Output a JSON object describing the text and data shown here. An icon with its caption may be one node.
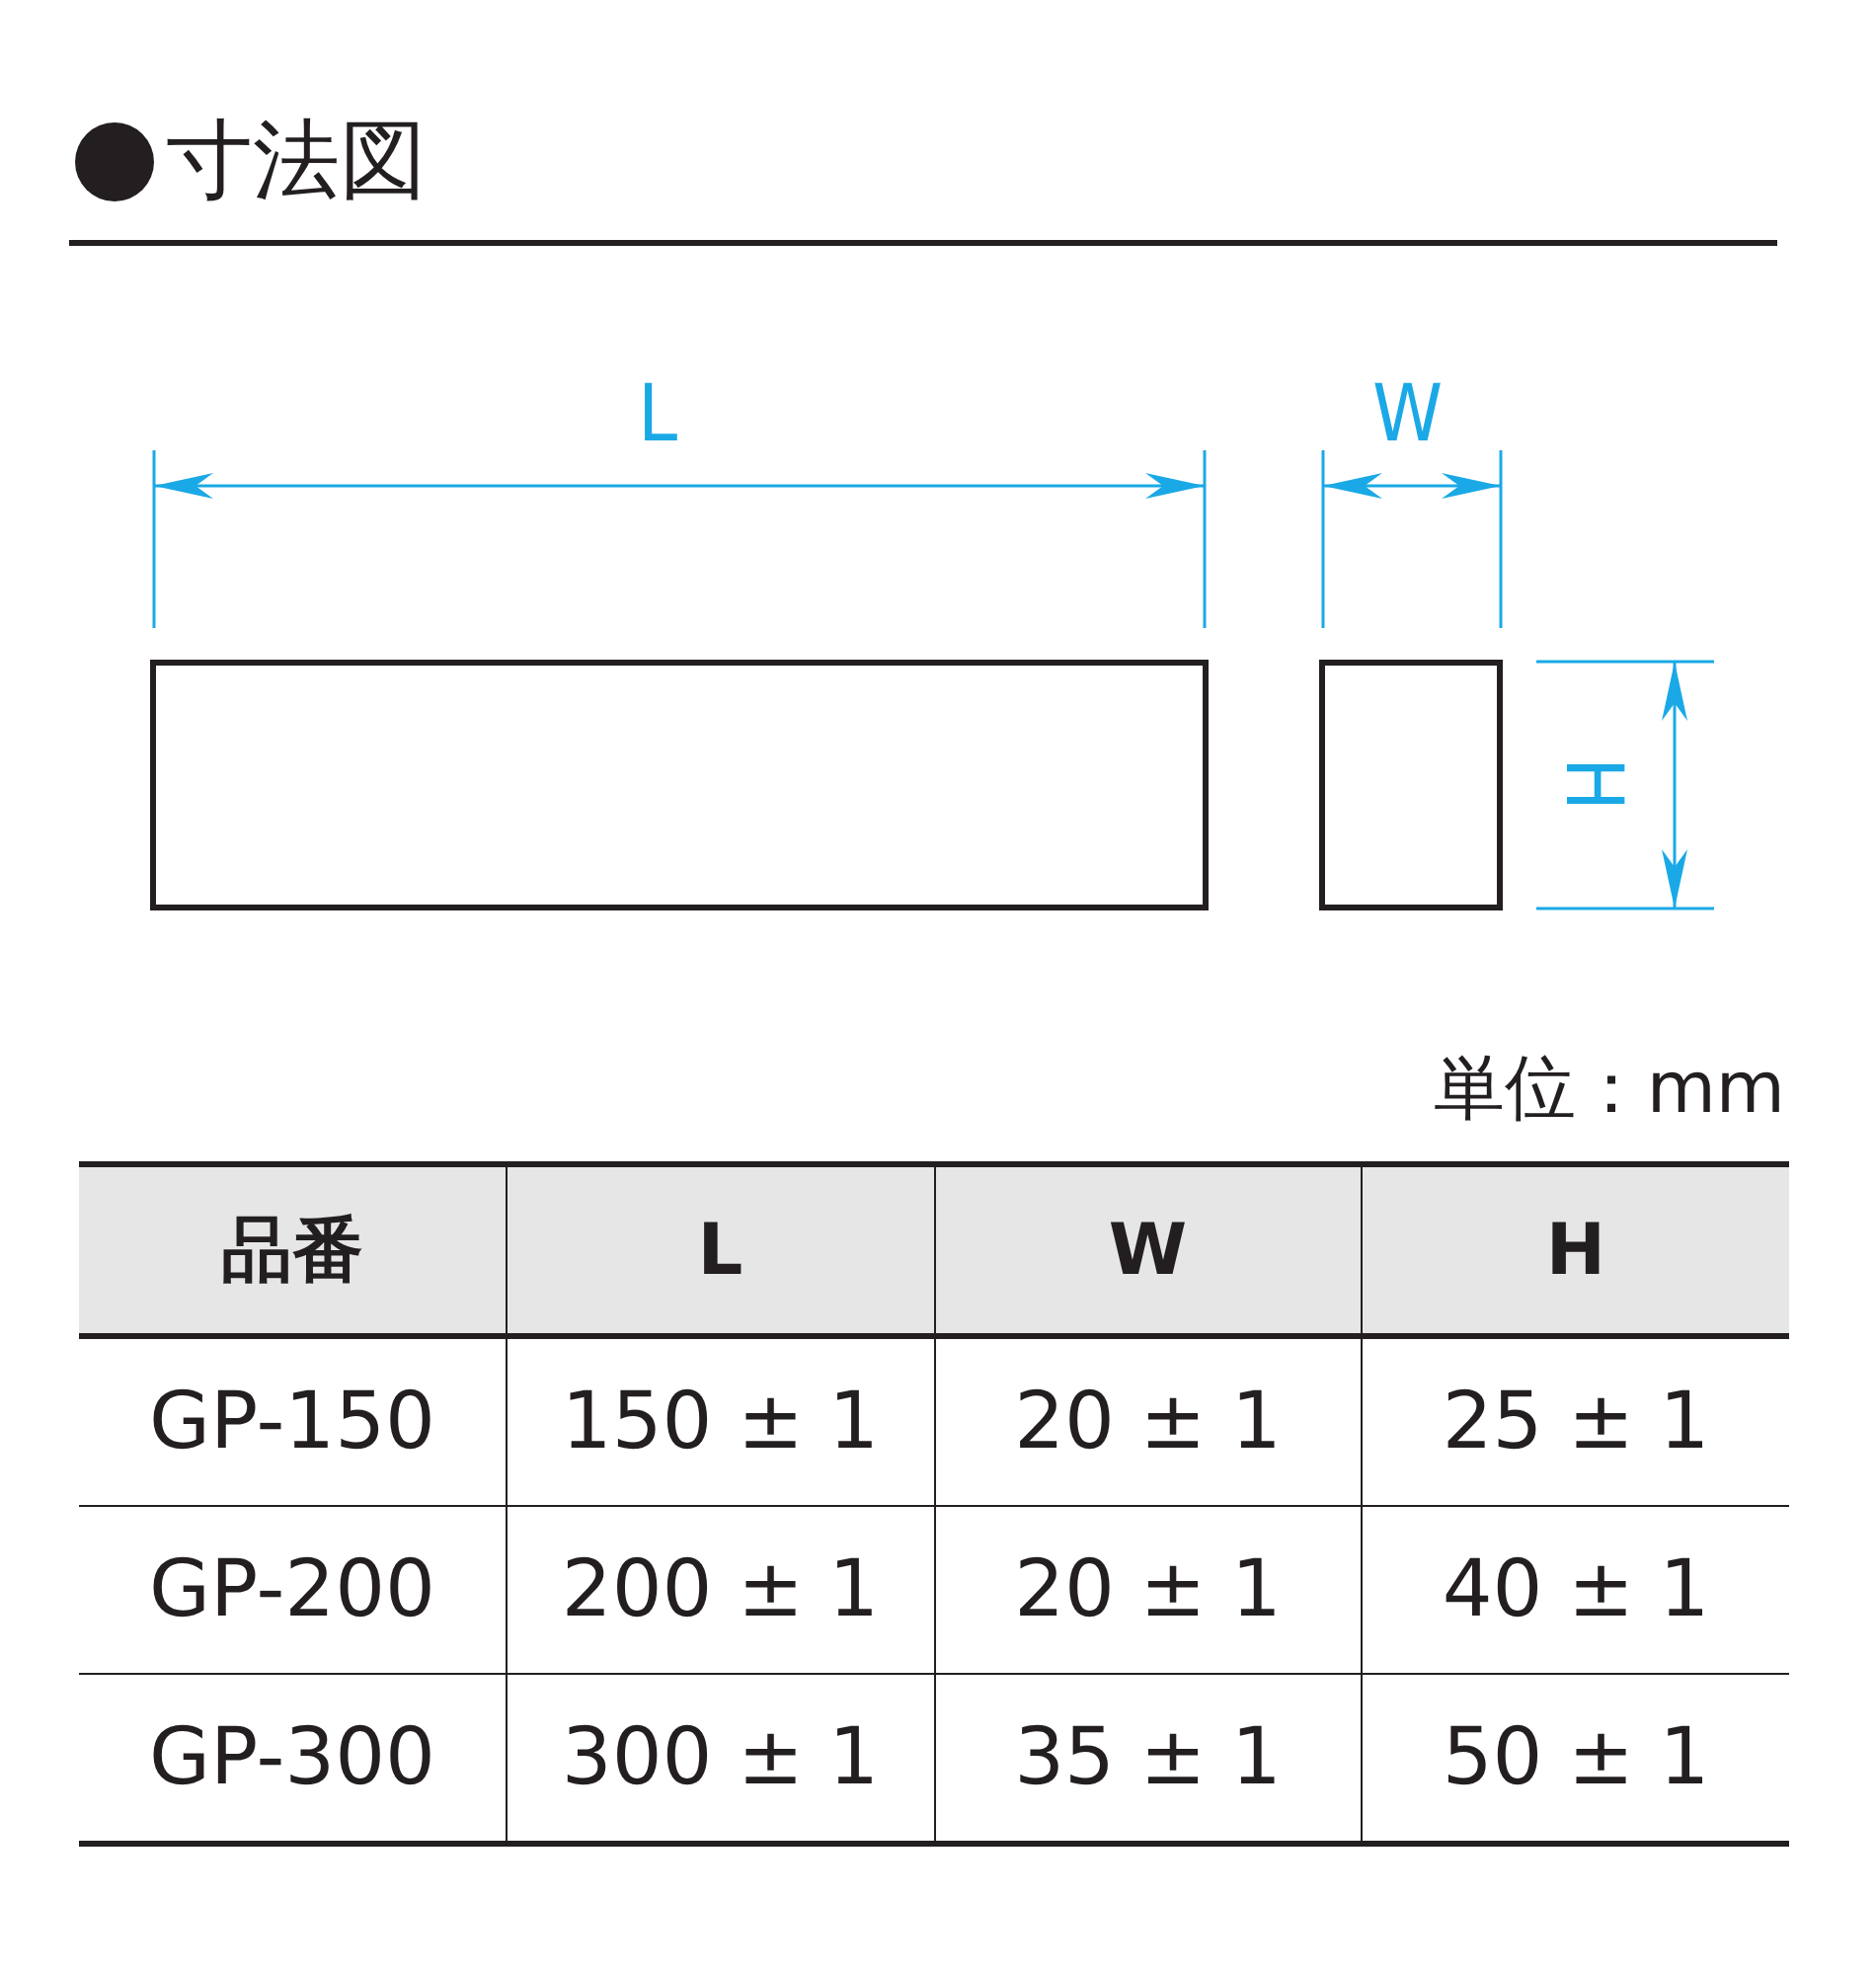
{
  "diagram": {
    "title": "寸法図",
    "nodes": [
      {
        "text": [],
        "shape": "box"
      },
      {
        "text": [],
        "shape": "box"
      }
    ],
    "labels": [
      "L",
      "W",
      "H",
      "単位：mm",
      "品番",
      "L",
      "W",
      "H",
      "GP-150",
      "150 ± 1",
      "20 ± 1",
      "25 ± 1",
      "GP-200",
      "200 ± 1",
      "20 ± 1",
      "40 ± 1",
      "GP-300",
      "300 ± 1",
      "35 ± 1",
      "50 ± 1"
    ]
  }
}
